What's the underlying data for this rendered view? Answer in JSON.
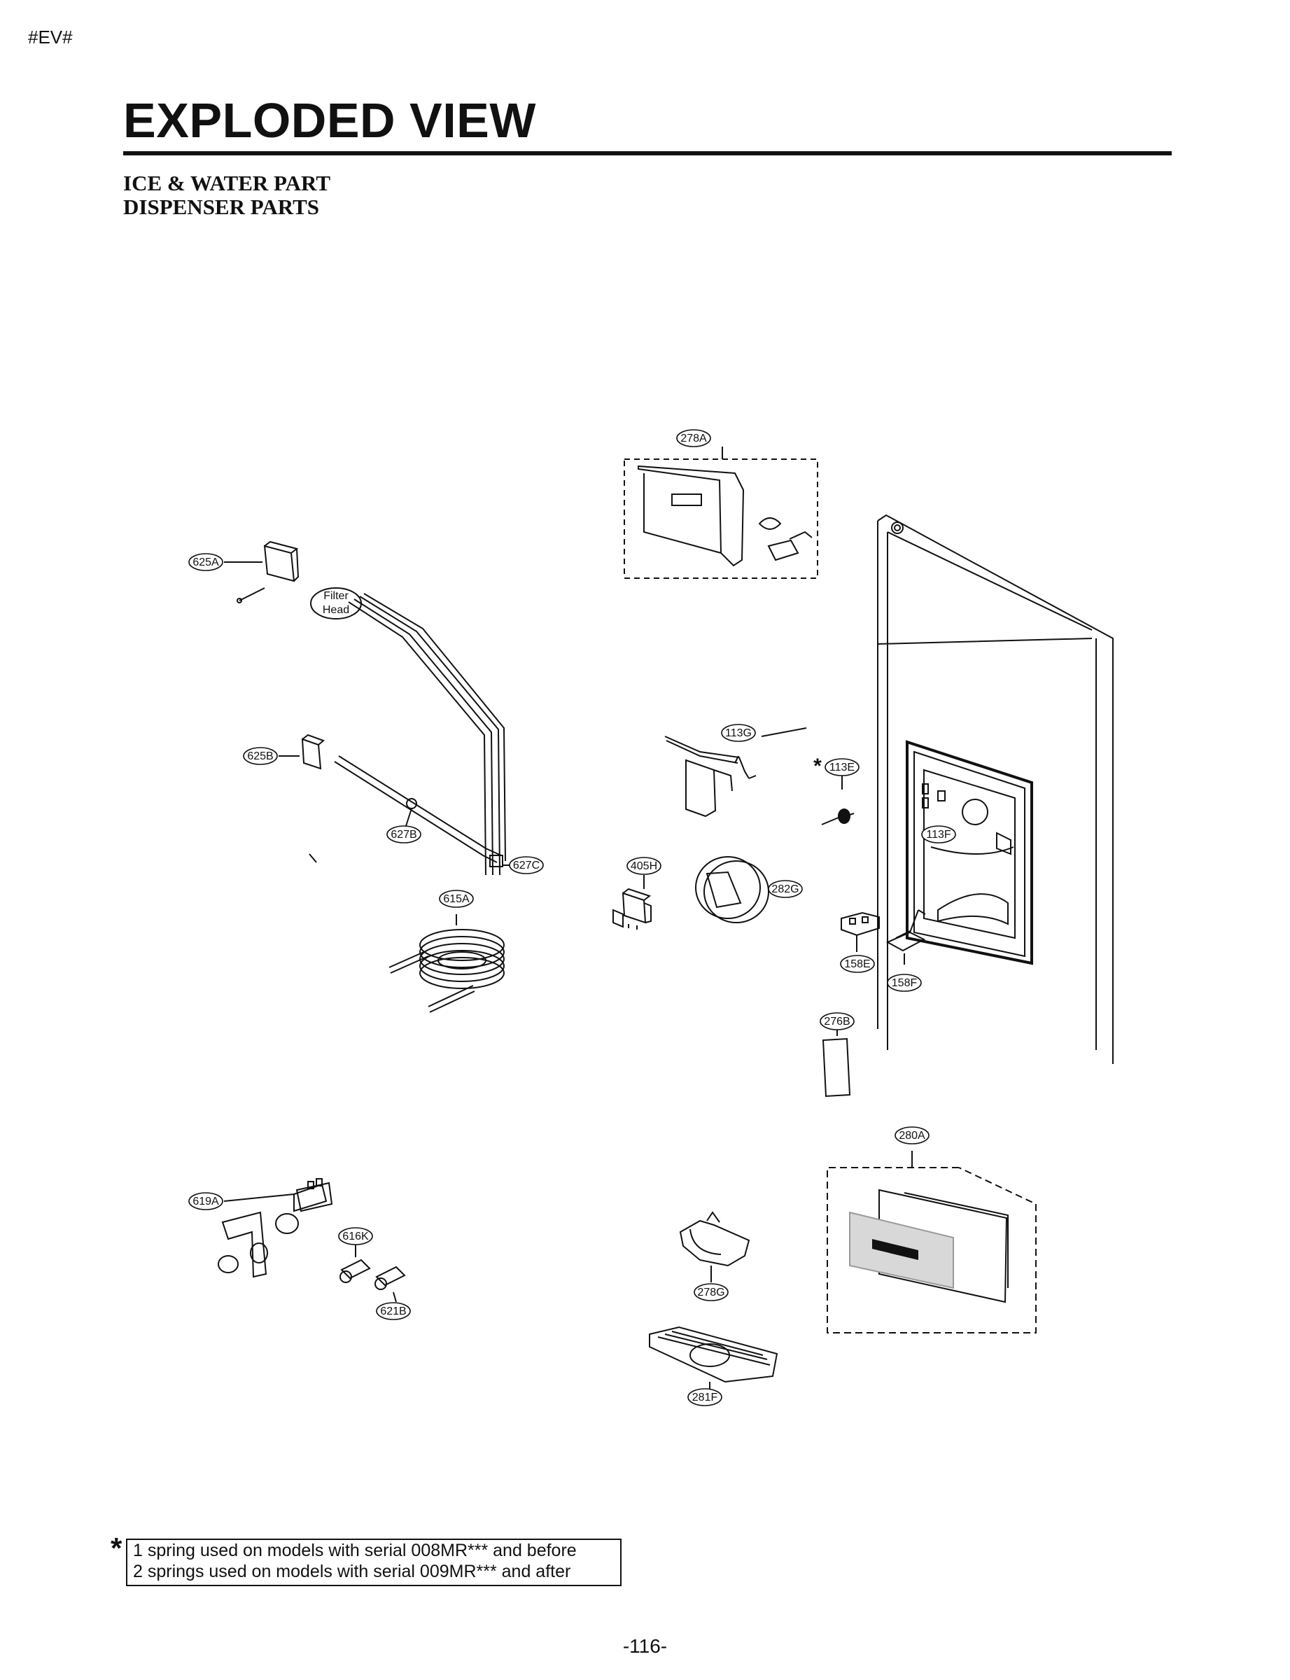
{
  "doc_tag": "#EV#",
  "title": "EXPLODED VIEW",
  "subtitle_1": "ICE & WATER PART",
  "subtitle_2": "DISPENSER PARTS",
  "parts": {
    "p278A": "278A",
    "p625A": "625A",
    "filter_head_1": "Filter",
    "filter_head_2": "Head",
    "p625B": "625B",
    "p627B": "627B",
    "p627C": "627C",
    "p615A": "615A",
    "p113G": "113G",
    "p113E": "113E",
    "p113F": "113F",
    "p405H": "405H",
    "p282G": "282G",
    "p158E": "158E",
    "p158F": "158F",
    "p276B": "276B",
    "p280A": "280A",
    "p619A": "619A",
    "p616K": "616K",
    "p621B": "621B",
    "p278G": "278G",
    "p281F": "281F"
  },
  "asterisk": "*",
  "note_line_1": "1 spring used on models with serial 008MR*** and before",
  "note_line_2": "2 springs used on models with serial 009MR*** and after",
  "page_number": "-116-"
}
